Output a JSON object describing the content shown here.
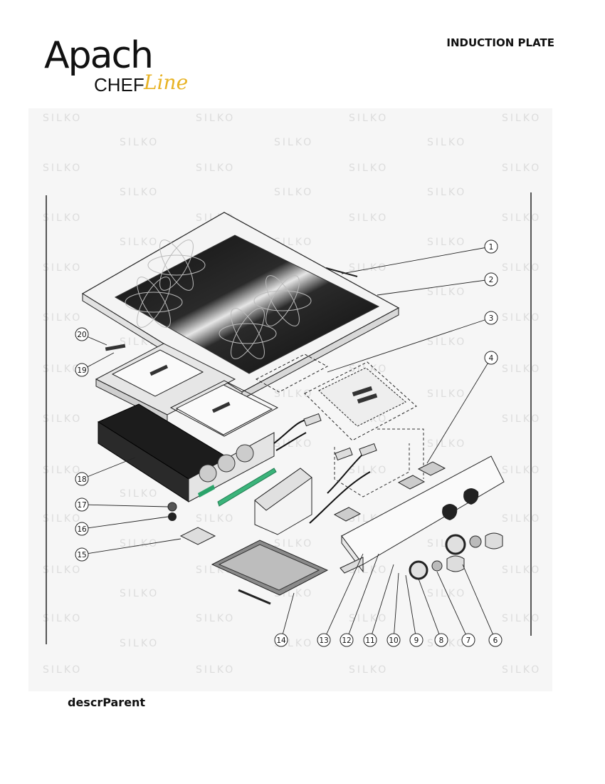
{
  "brand": {
    "name": "Apach",
    "sub1": "CHEF",
    "sub2": "Line"
  },
  "header": {
    "title": "INDUCTION PLATE"
  },
  "watermark": {
    "text": "SILKO"
  },
  "diagram": {
    "callouts": [
      "1",
      "2",
      "3",
      "4",
      "20",
      "19",
      "18",
      "17",
      "16",
      "15",
      "14",
      "13",
      "12",
      "11",
      "10",
      "9",
      "8",
      "7",
      "6"
    ]
  },
  "footer": {
    "label": "descrParent"
  }
}
